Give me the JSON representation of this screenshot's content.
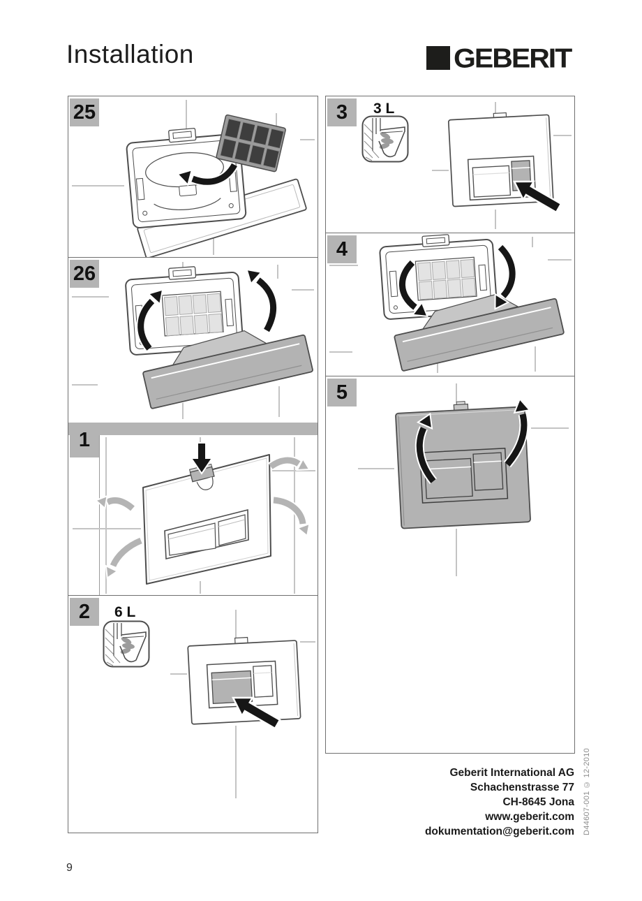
{
  "header": {
    "title": "Installation",
    "logo_text": "GEBERIT"
  },
  "steps": {
    "s25": {
      "number": "25"
    },
    "s26": {
      "number": "26"
    },
    "s1": {
      "number": "1"
    },
    "s2": {
      "number": "2",
      "flush_volume_label": "6 L"
    },
    "s3": {
      "number": "3",
      "flush_volume_label": "3 L"
    },
    "s4": {
      "number": "4"
    },
    "s5": {
      "number": "5"
    }
  },
  "footer": {
    "address_lines": [
      "Geberit International AG",
      "Schachenstrasse 77",
      "CH-8645 Jona",
      "www.geberit.com",
      "dokumentation@geberit.com"
    ],
    "doc_code": "D44607-001 © 12-2010",
    "page_number": "9"
  },
  "colors": {
    "step_number_bg": "#b4b4b4",
    "section_bar": "#b4b4b4",
    "plate_gray": "#b3b3b3",
    "filter_dark": "#3e3e3e",
    "arrow_black": "#161616",
    "line_art": "#4d4d4d",
    "tile_line": "#c4c4c4",
    "doc_code_text": "#8c8c8c"
  }
}
